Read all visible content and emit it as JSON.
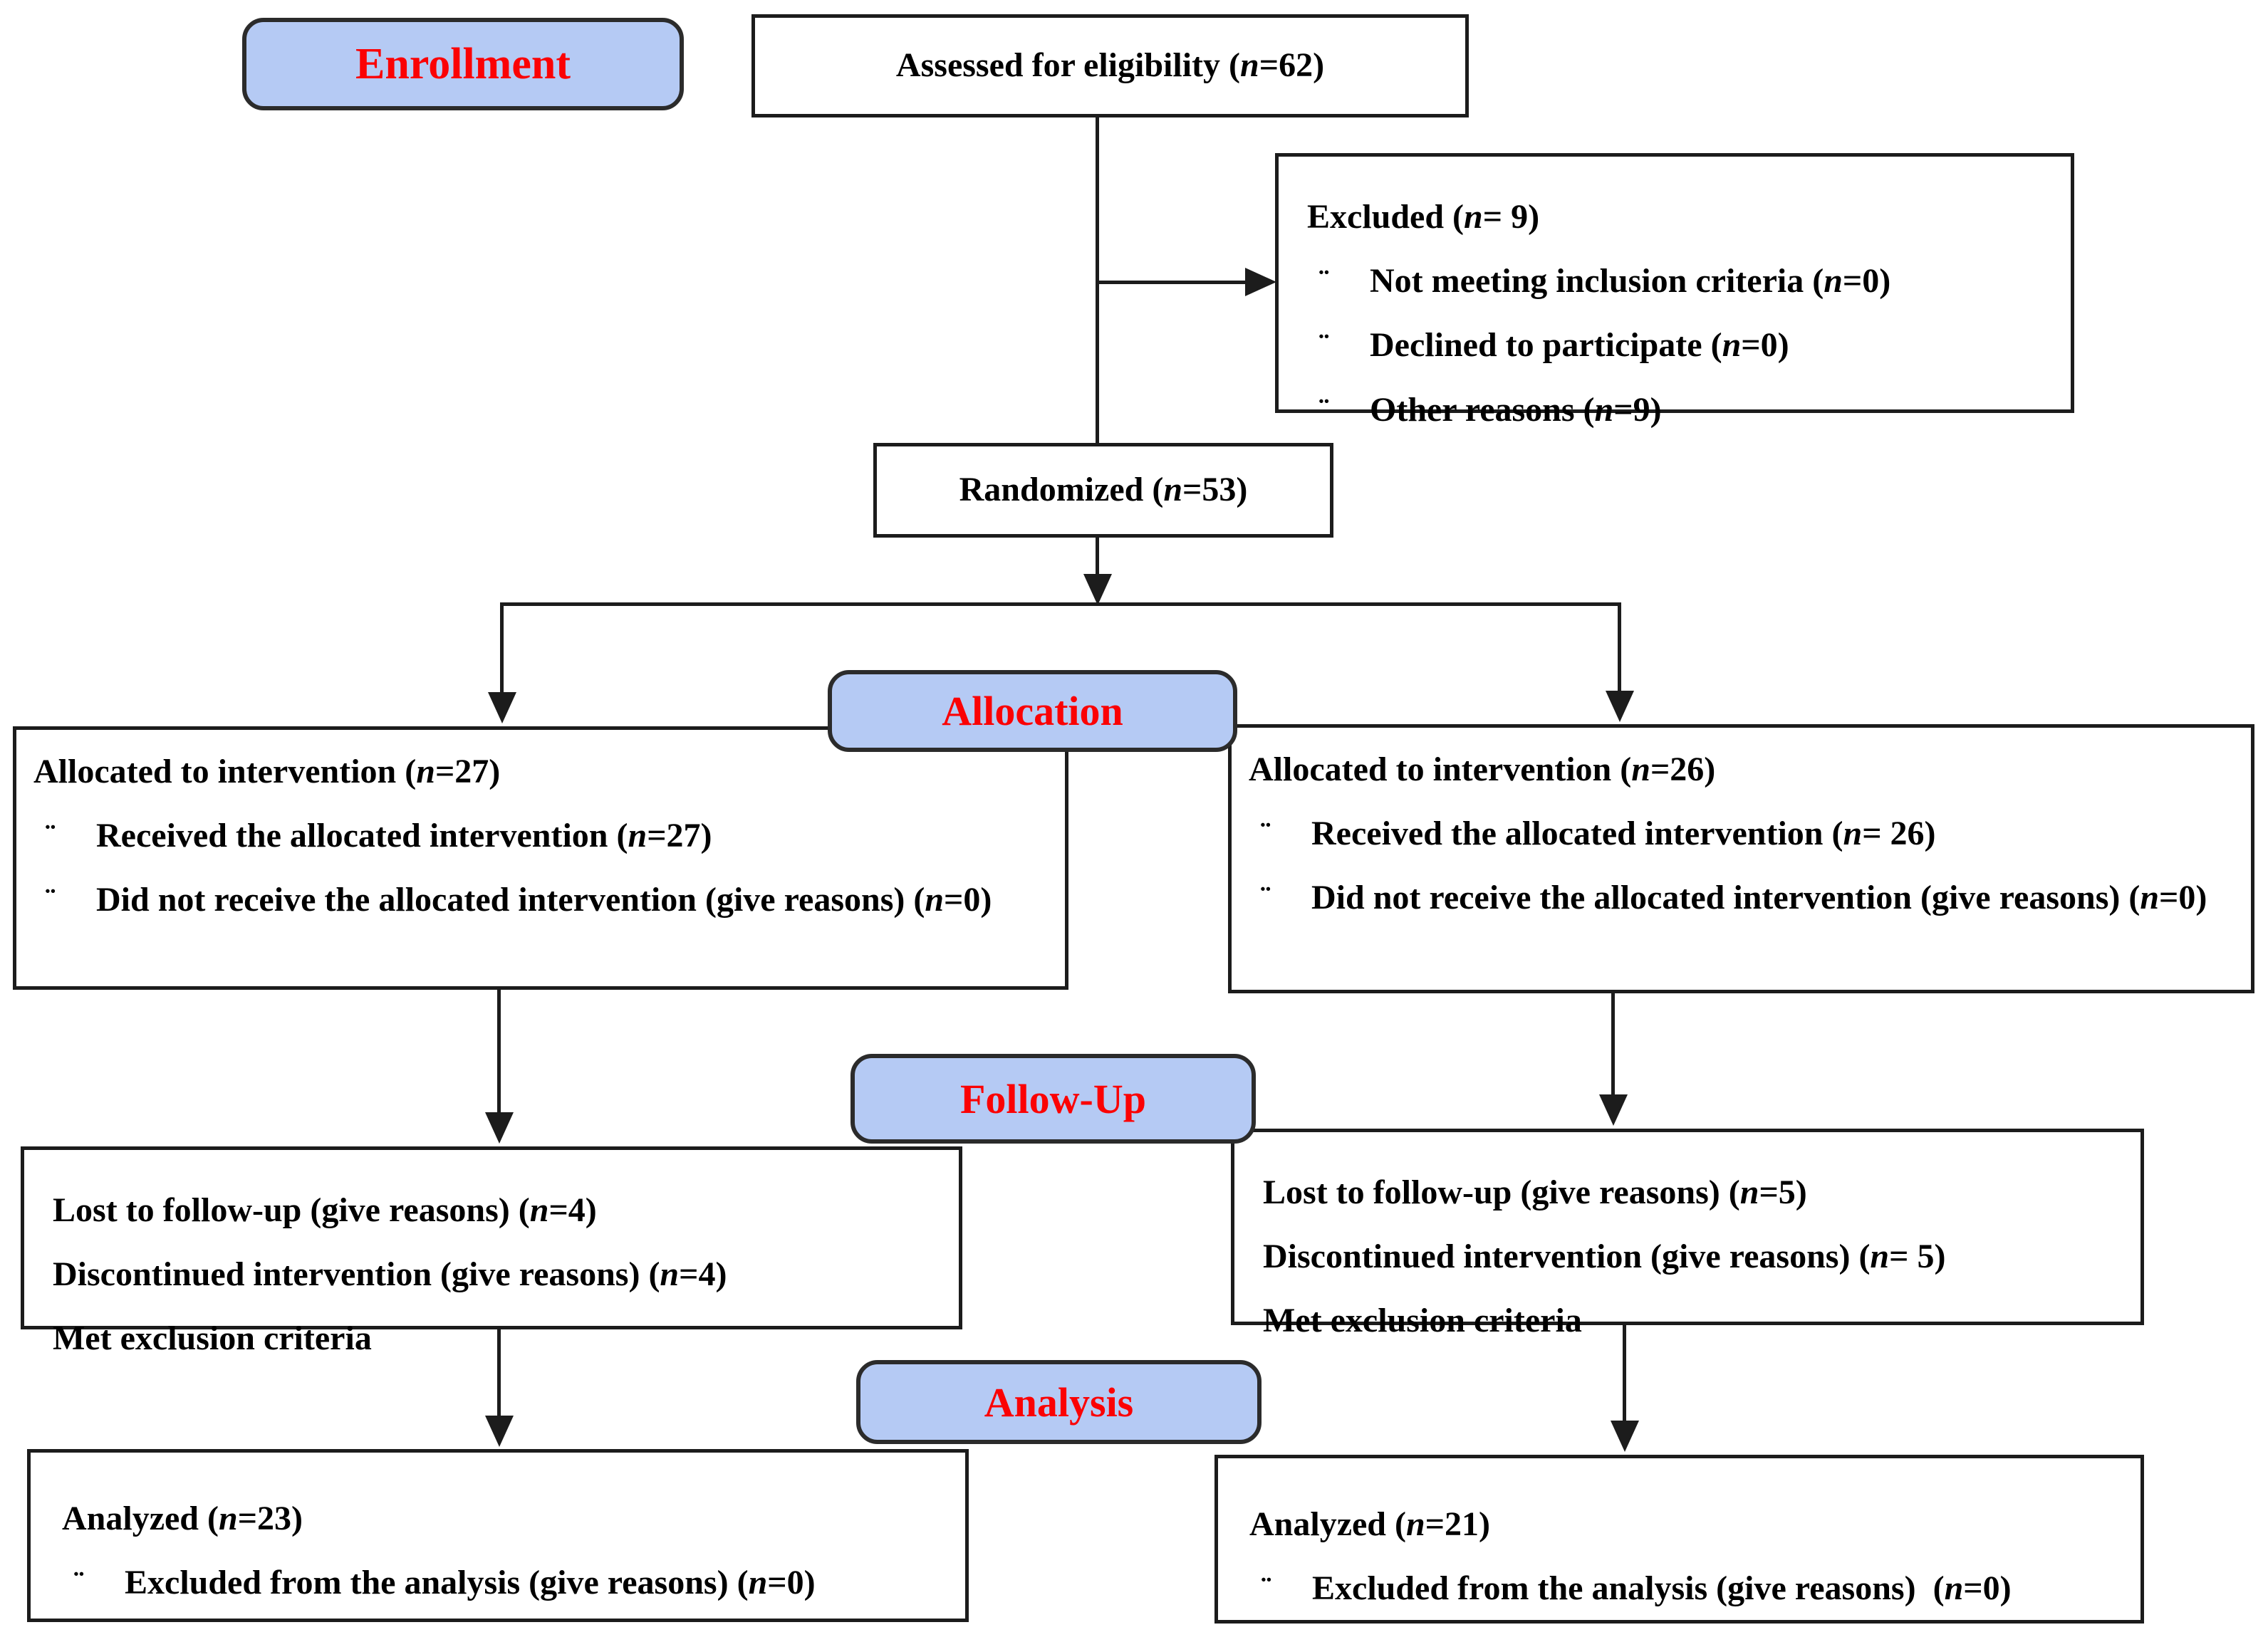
{
  "bullet_glyph": "¨",
  "colors": {
    "stage_fill": "#b5caf4",
    "stage_border": "#2b2b2b",
    "stage_text": "#fb0204",
    "box_border": "#1c1c1c",
    "line_color": "#1c1c1c",
    "text_color": "#000000",
    "page_bg": "#ffffff"
  },
  "stages": {
    "enrollment": {
      "label": "Enrollment"
    },
    "allocation": {
      "label": "Allocation"
    },
    "followup": {
      "label": "Follow-Up"
    },
    "analysis": {
      "label": "Analysis"
    }
  },
  "boxes": {
    "assessed": {
      "lines": [
        {
          "b": false,
          "t": "Assessed for eligibility (n=62)"
        }
      ]
    },
    "excluded": {
      "lines": [
        {
          "b": false,
          "t": "Excluded (n= 9)"
        },
        {
          "b": true,
          "t": "Not meeting inclusion criteria (n=0)"
        },
        {
          "b": true,
          "t": "Declined to participate (n=0)"
        },
        {
          "b": true,
          "t": "Other reasons (n=9)"
        }
      ]
    },
    "randomized": {
      "lines": [
        {
          "b": false,
          "t": "Randomized (n=53)"
        }
      ]
    },
    "alloc_left": {
      "lines": [
        {
          "b": false,
          "t": "Allocated to intervention (n=27)"
        },
        {
          "b": true,
          "t": "Received the allocated intervention (n=27)"
        },
        {
          "b": true,
          "t": "Did not receive the allocated intervention (give reasons) (n=0)"
        }
      ]
    },
    "alloc_right": {
      "lines": [
        {
          "b": false,
          "t": "Allocated to intervention (n=26)"
        },
        {
          "b": true,
          "t": "Received the allocated intervention (n= 26)"
        },
        {
          "b": true,
          "t": "Did not receive the allocated intervention (give reasons) (n=0)"
        }
      ]
    },
    "fu_left": {
      "lines": [
        {
          "b": false,
          "t": "Lost to follow-up (give reasons) (n=4)"
        },
        {
          "b": false,
          "t": "Discontinued intervention (give reasons) (n=4)"
        },
        {
          "b": false,
          "t": "Met exclusion criteria"
        }
      ]
    },
    "fu_right": {
      "lines": [
        {
          "b": false,
          "t": "Lost to follow-up (give reasons) (n=5)"
        },
        {
          "b": false,
          "t": "Discontinued intervention (give reasons) (n= 5)"
        },
        {
          "b": false,
          "t": "Met exclusion criteria"
        }
      ]
    },
    "an_left": {
      "lines": [
        {
          "b": false,
          "t": "Analyzed (n=23)"
        },
        {
          "b": true,
          "t": "Excluded from the analysis (give reasons) (n=0)"
        }
      ]
    },
    "an_right": {
      "lines": [
        {
          "b": false,
          "t": "Analyzed (n=21)"
        },
        {
          "b": true,
          "t": "Excluded from the analysis (give reasons)  (n=0)"
        }
      ]
    }
  }
}
